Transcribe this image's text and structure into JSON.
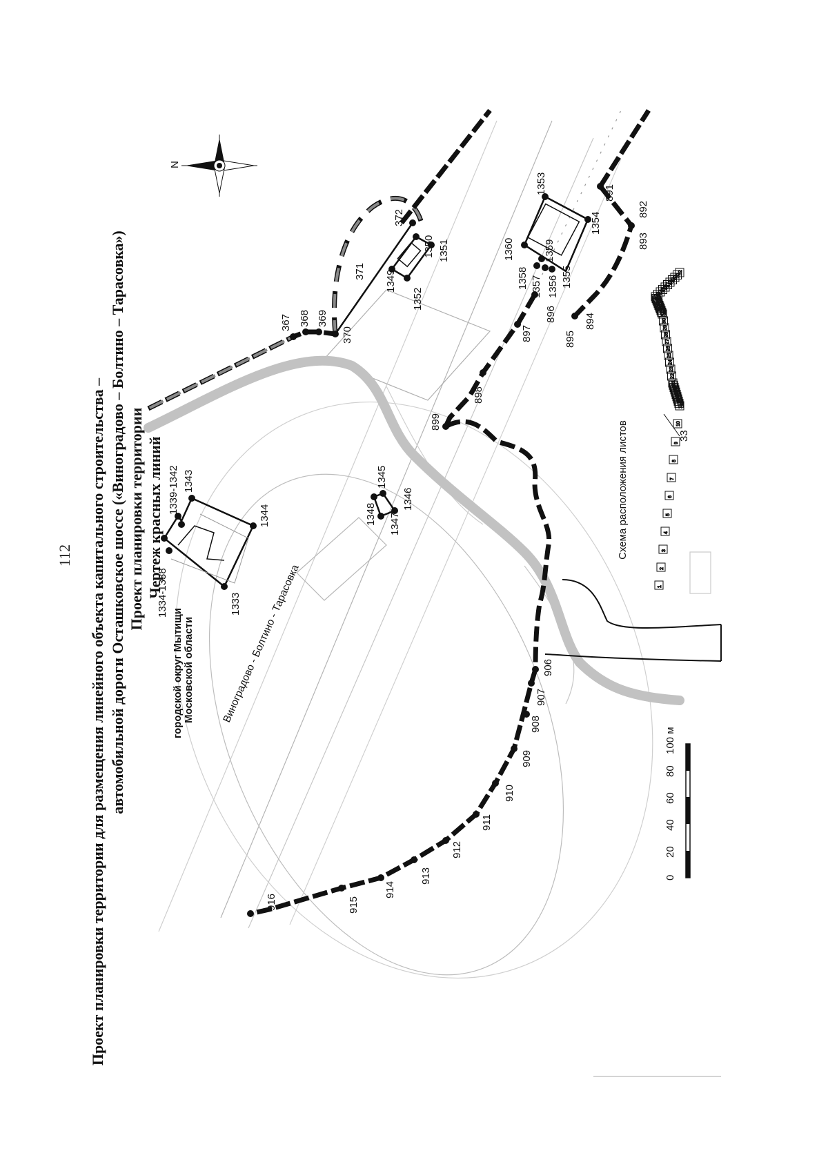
{
  "page": {
    "number": "112"
  },
  "titles": {
    "line1": "Проект планировки территории для размещения линейного объекта капитального строительства –",
    "line2": "автомобильной дороги Осташковское шоссе («Виноградово – Болтино – Тарасовка»)",
    "line3": "Проект планировки территории",
    "line4": "Чертеж красных линий"
  },
  "compass": {
    "north_label": "N"
  },
  "map_labels": {
    "district_line1": "городской округ Мытищи",
    "district_line2": "Московской области",
    "road": "Виноградово - Болтино - Тарасовка"
  },
  "points": {
    "p367": "367",
    "p368": "368",
    "p369": "369",
    "p370": "370",
    "p371": "371",
    "p372": "372",
    "p1349": "1349",
    "p1350": "1350",
    "p1351": "1351",
    "p1352": "1352",
    "p1353": "1353",
    "p1354": "1354",
    "p1355": "1355",
    "p1356": "1356",
    "p1357": "1357",
    "p1358": "1358",
    "p1359": "1359",
    "p1360": "1360",
    "p891": "891",
    "p892": "892",
    "p893": "893",
    "p894": "894",
    "p895": "895",
    "p896": "896",
    "p897": "897",
    "p898": "898",
    "p899": "899",
    "p1333": "1333",
    "p1334_1338": "1334-1338",
    "p1339_1342": "1339-1342",
    "p1343": "1343",
    "p1344": "1344",
    "p1345": "1345",
    "p1346": "1346",
    "p1347": "1347",
    "p1348": "1348",
    "p906": "906",
    "p907": "907",
    "p908": "908",
    "p909": "909",
    "p910": "910",
    "p911": "911",
    "p912": "912",
    "p913": "913",
    "p914": "914",
    "p915": "915",
    "p916": "916"
  },
  "key_map": {
    "title": "Схема расположения листов",
    "current_sheet": "33",
    "sheets": [
      "1",
      "2",
      "3",
      "4",
      "5",
      "6",
      "7",
      "8",
      "9",
      "10",
      "11",
      "12",
      "13",
      "14",
      "15",
      "16",
      "17",
      "18",
      "19",
      "20",
      "21",
      "22",
      "23",
      "24",
      "25",
      "26",
      "27",
      "28",
      "29",
      "30",
      "31",
      "32",
      "34",
      "35",
      "36",
      "37",
      "38",
      "39",
      "40",
      "41",
      "42",
      "43",
      "44",
      "45",
      "46",
      "47",
      "48",
      "49",
      "50",
      "51",
      "52"
    ]
  },
  "scale_bar": {
    "ticks": [
      "0",
      "20",
      "40",
      "60",
      "80",
      "100 м"
    ]
  },
  "colors": {
    "red_line": "#111111",
    "hatch": "#8a8a8a",
    "ditch": "#bdbdbd"
  }
}
